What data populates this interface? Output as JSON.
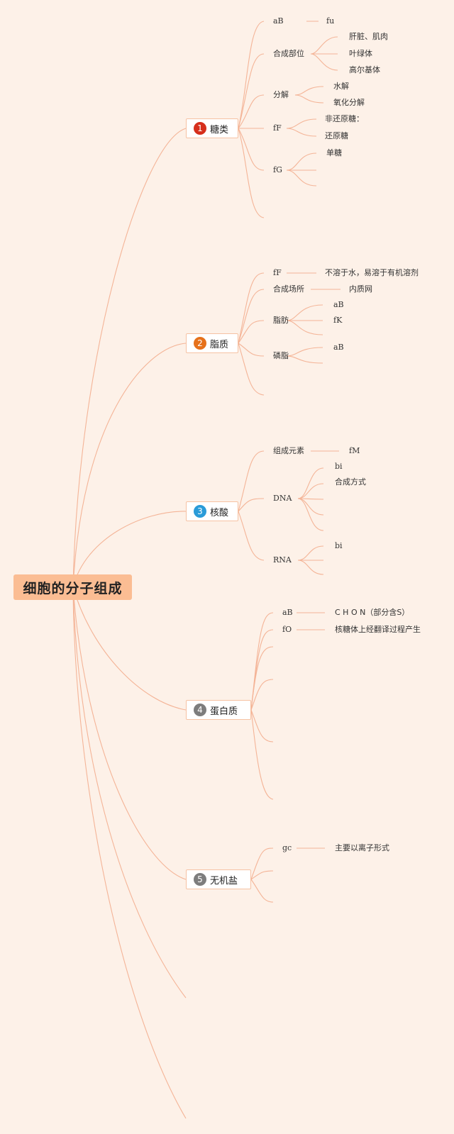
{
  "root": {
    "label": "细胞的分子组成"
  },
  "branches": [
    {
      "num": "1",
      "label": "糖类",
      "color": "#d62f1c"
    },
    {
      "num": "2",
      "label": "脂质",
      "color": "#e6711b"
    },
    {
      "num": "3",
      "label": "核酸",
      "color": "#2a9bd8"
    },
    {
      "num": "4",
      "label": "蛋白质",
      "color": "#7d7d7d"
    },
    {
      "num": "5",
      "label": "无机盐",
      "color": "#7d7d7d"
    }
  ],
  "sugar": {
    "ab": "aB",
    "fu": "fu",
    "site": "合成部位",
    "site_items": [
      "肝脏、肌肉",
      "叶绿体",
      "高尔基体"
    ],
    "decomp": "分解",
    "decomp_items": [
      "水解",
      "氧化分解"
    ],
    "ff": "fF",
    "ff_items": [
      "非还原糖：",
      "还原糖"
    ],
    "fg": "fG",
    "fg_items": [
      "单糖"
    ]
  },
  "lipid": {
    "ff": "fF",
    "ff_value": "不溶于水，易溶于有机溶剂",
    "site": "合成场所",
    "site_value": "内质网",
    "fat": "脂肪",
    "fat_items": [
      "aB",
      "fK"
    ],
    "phospho": "磷脂",
    "phospho_items": [
      "aB"
    ]
  },
  "nucleic": {
    "elements": "组成元素",
    "elements_value": "fM",
    "dna": "DNA",
    "dna_items": [
      "bi",
      "合成方式"
    ],
    "rna": "RNA",
    "rna_items": [
      "bi"
    ]
  },
  "protein": {
    "ab": "aB",
    "ab_value": "C H O N（部分含S）",
    "fo": "fO",
    "fo_value": "核糖体上经翻译过程产生"
  },
  "salt": {
    "gc": "gc",
    "gc_value": "主要以离子形式"
  }
}
